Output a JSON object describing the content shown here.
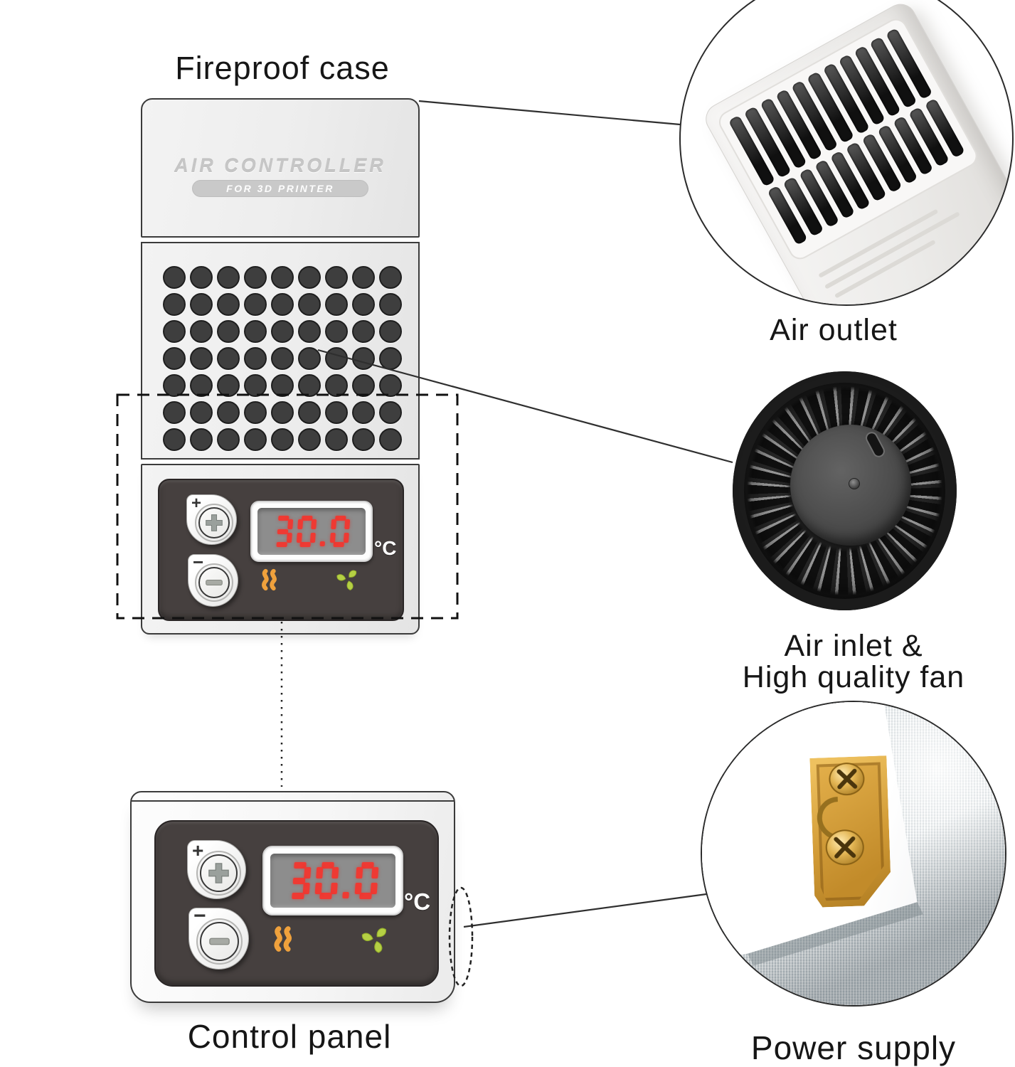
{
  "labels": {
    "fireproof_case": "Fireproof case",
    "air_outlet": "Air outlet",
    "air_inlet_line1": "Air inlet &",
    "air_inlet_line2": "High quality fan",
    "control_panel": "Control panel",
    "power_supply": "Power supply"
  },
  "device": {
    "brand": "AIR CONTROLLER",
    "brand_sub": "FOR 3D PRINTER",
    "vent_rows": 7,
    "vent_cols": 9
  },
  "control_panel": {
    "plus_marker": "+",
    "minus_marker": "−",
    "temperature": "30.0",
    "unit": "°C"
  },
  "colors": {
    "digit_red": "#ee3a33",
    "lcd_gray": "#8d8d8d",
    "panel_dark": "#46403f",
    "heat_orange": "#efa13c",
    "fan_green": "#b5d044",
    "connector_amber": "#d9a340",
    "line_black": "#2f2f2f"
  }
}
